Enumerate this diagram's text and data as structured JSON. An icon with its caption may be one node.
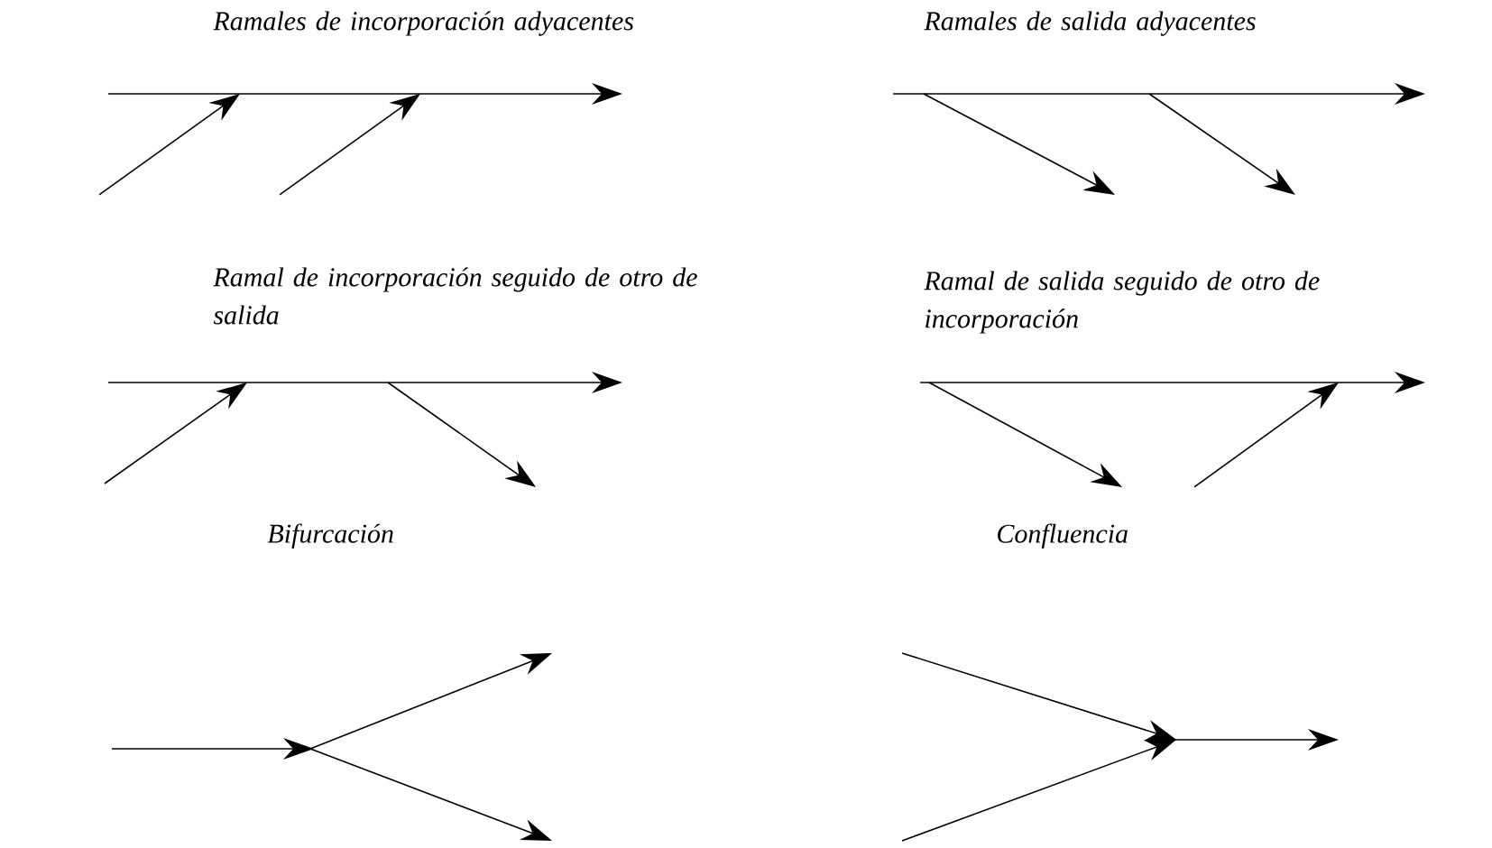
{
  "diagram": {
    "labels": [
      "Ramales de incorporación adyacentes",
      "Ramales de salida adyacentes",
      "Ramal de incorporación seguido de otro de salida",
      "Ramal de salida seguido de otro de incorporación",
      "Bifurcación",
      "Confluencia"
    ]
  }
}
